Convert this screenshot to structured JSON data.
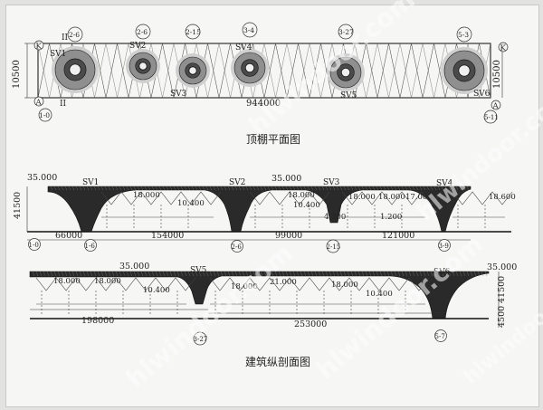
{
  "plan": {
    "title": "顶棚平面图",
    "dim_total": "944000",
    "dim_width_left": "10500",
    "dim_width_right": "10500",
    "grid_K": "K",
    "grid_A": "A",
    "axis_top": [
      "2-6",
      "2-6",
      "2-15",
      "3-4",
      "3-27",
      "5-3"
    ],
    "axis_bottom_left": "1-0",
    "axis_bottom_right": "5-11",
    "section_mark": "II",
    "skylights": [
      "SV1",
      "SV2",
      "SV3",
      "SV4",
      "SV5",
      "SV6"
    ]
  },
  "section1": {
    "elev_top_left": "35.000",
    "elev_top_mid": "35.000",
    "height_left": "41500",
    "skylights": [
      "SV1",
      "SV2",
      "SV3",
      "SV4"
    ],
    "elevs": [
      "18.000",
      "10.400",
      "18.000",
      "10.400",
      "18.000",
      "18.000",
      "17.000",
      "18.600",
      "4.200",
      "1.200"
    ],
    "dims": [
      "66000",
      "154000",
      "99000",
      "121000"
    ],
    "axes": [
      "1-0",
      "1-6",
      "2-6",
      "2-15",
      "3-9"
    ]
  },
  "section2": {
    "elev_top_left": "35.000",
    "elev_top_right": "35.000",
    "height_right_top": "41500",
    "height_right_bottom": "4500",
    "skylights": [
      "SV5",
      "SV6"
    ],
    "elevs": [
      "18.000",
      "18.000",
      "10.400",
      "18.000",
      "21.000",
      "18.000",
      "10.400"
    ],
    "dims": [
      "198000",
      "253000"
    ],
    "axes": [
      "3-27",
      "5-7"
    ]
  },
  "section_title": "建筑纵剖面图",
  "watermark": "hlwindoor.com"
}
